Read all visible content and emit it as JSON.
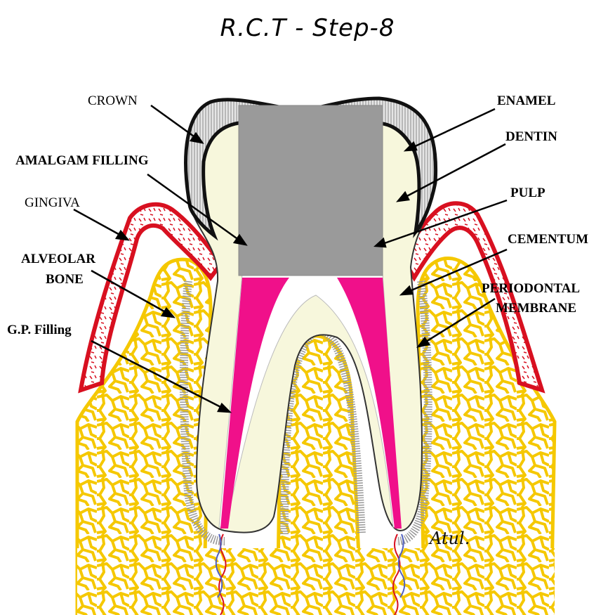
{
  "title": "R.C.T - Step-8",
  "labels": {
    "crown": "CROWN",
    "enamel": "ENAMEL",
    "dentin": "DENTIN",
    "amalgam_filling": "AMALGAM FILLING",
    "pulp": "PULP",
    "gingiva": "GINGIVA",
    "cementum": "CEMENTUM",
    "alveolar_bone_line1": "ALVEOLAR",
    "alveolar_bone_line2": "BONE",
    "periodontal_line1": "PERIODONTAL",
    "periodontal_line2": "MEMBRANE",
    "gp_filling": "G.P. Filling"
  },
  "signature": "Atul.",
  "colors": {
    "bone": "#f5c800",
    "gingiva": "#d81020",
    "gp_filling": "#f0108a",
    "amalgam": "#9a9a9a",
    "dentin": "#f7f7dc"
  }
}
